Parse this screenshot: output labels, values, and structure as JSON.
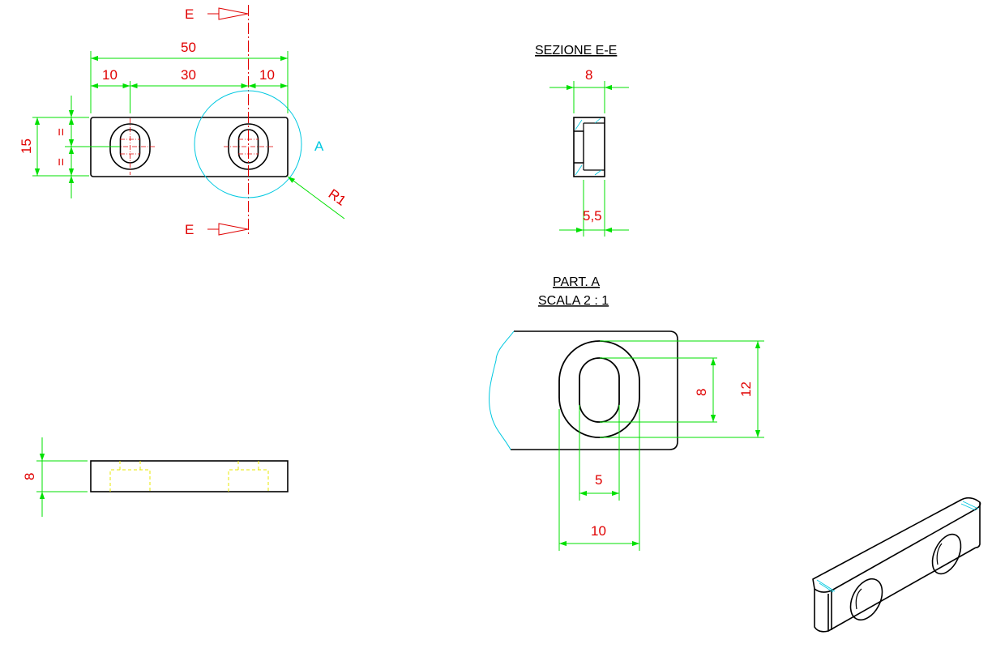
{
  "colors": {
    "outline": "#000000",
    "dimension": "#00e000",
    "text": "#e00000",
    "centerline": "#e00000",
    "detail_circle": "#00c8e0",
    "hidden": "#e8e800"
  },
  "front_view": {
    "section_mark": "E",
    "overall_width": "50",
    "left_offset": "10",
    "hole_spacing": "30",
    "right_offset": "10",
    "height": "15",
    "equal_mark": "=",
    "detail_label": "A",
    "radius_label": "R1"
  },
  "side_view": {
    "thickness": "8"
  },
  "section_view": {
    "title": "SEZIONE E-E",
    "width": "8",
    "inner_width": "5,5"
  },
  "detail_view": {
    "title_line1": "PART. A",
    "title_line2": "SCALA 2 : 1",
    "slot_height": "8",
    "outer_height": "12",
    "slot_width": "5",
    "outer_width": "10"
  }
}
